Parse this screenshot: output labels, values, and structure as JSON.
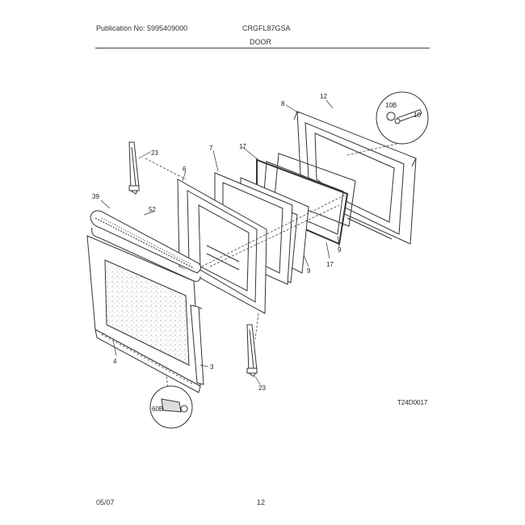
{
  "header": {
    "publication": "Publication No: 5995409000",
    "model": "CRGFL87GSA",
    "section": "DOOR"
  },
  "footer": {
    "date": "05/07",
    "page": "12"
  },
  "drawing_ref": "T24D0017",
  "callouts": {
    "c39": "39",
    "c52": "52",
    "c23_top": "23",
    "c23_bottom": "23",
    "c6": "6",
    "c7": "7",
    "c8": "8",
    "c12": "12",
    "c17_top": "17",
    "c17_bottom": "17",
    "c9_lower": "9",
    "c9_upper": "9",
    "c10": "10",
    "c10B": "10B",
    "c4": "4",
    "c3": "3",
    "c60B": "60B"
  },
  "colors": {
    "line": "#333333",
    "text": "#222222"
  }
}
